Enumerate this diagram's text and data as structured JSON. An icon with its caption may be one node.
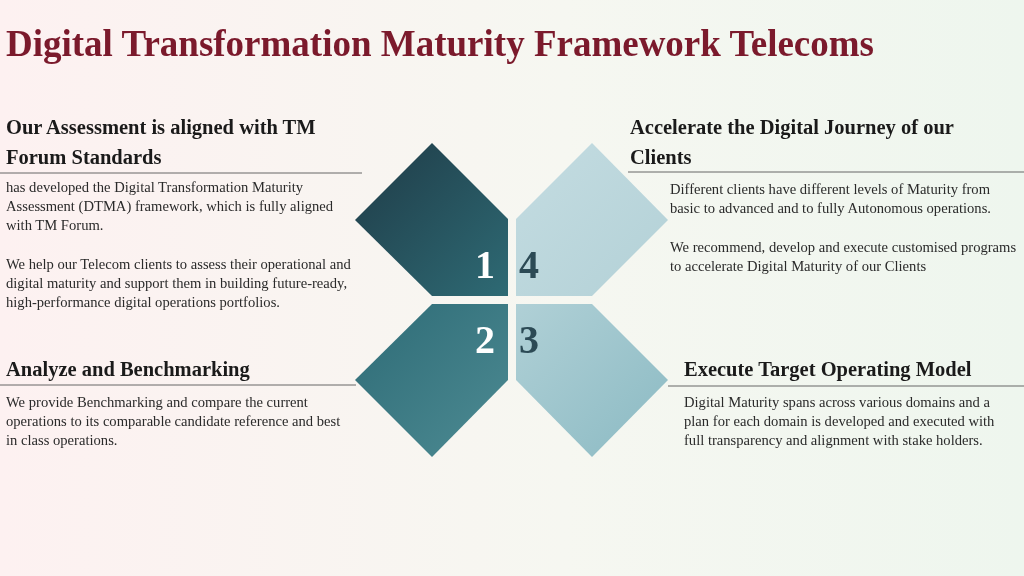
{
  "diagram": {
    "title": "Digital Transformation Maturity Framework Telecoms",
    "nodes": [
      {
        "text": [
          "1"
        ]
      },
      {
        "text": [
          "4"
        ]
      },
      {
        "text": [
          "2"
        ]
      },
      {
        "text": [
          "3"
        ]
      }
    ],
    "labels": [
      "Our Assessment is aligned with TM Forum Standards",
      "has developed the Digital Transformation Maturity Assessment (DTMA) framework, which is fully aligned with TM Forum.",
      "We help our Telecom clients to assess their operational and digital maturity and support them in building future-ready, high-performance digital operations portfolios.",
      "Analyze and Benchmarking",
      "We provide Benchmarking and compare the current operations to its comparable candidate reference and best in class operations.",
      "Accelerate the Digital Journey of our Clients",
      "Different clients have different levels of Maturity from basic to advanced and to fully Autonomous operations.",
      "We recommend, develop and execute customised programs to accelerate Digital Maturity of our Clients",
      "Execute Target Operating Model",
      "Digital Maturity spans across various domains and a plan for each domain is developed and executed with full transparency and alignment with stake holders."
    ]
  }
}
